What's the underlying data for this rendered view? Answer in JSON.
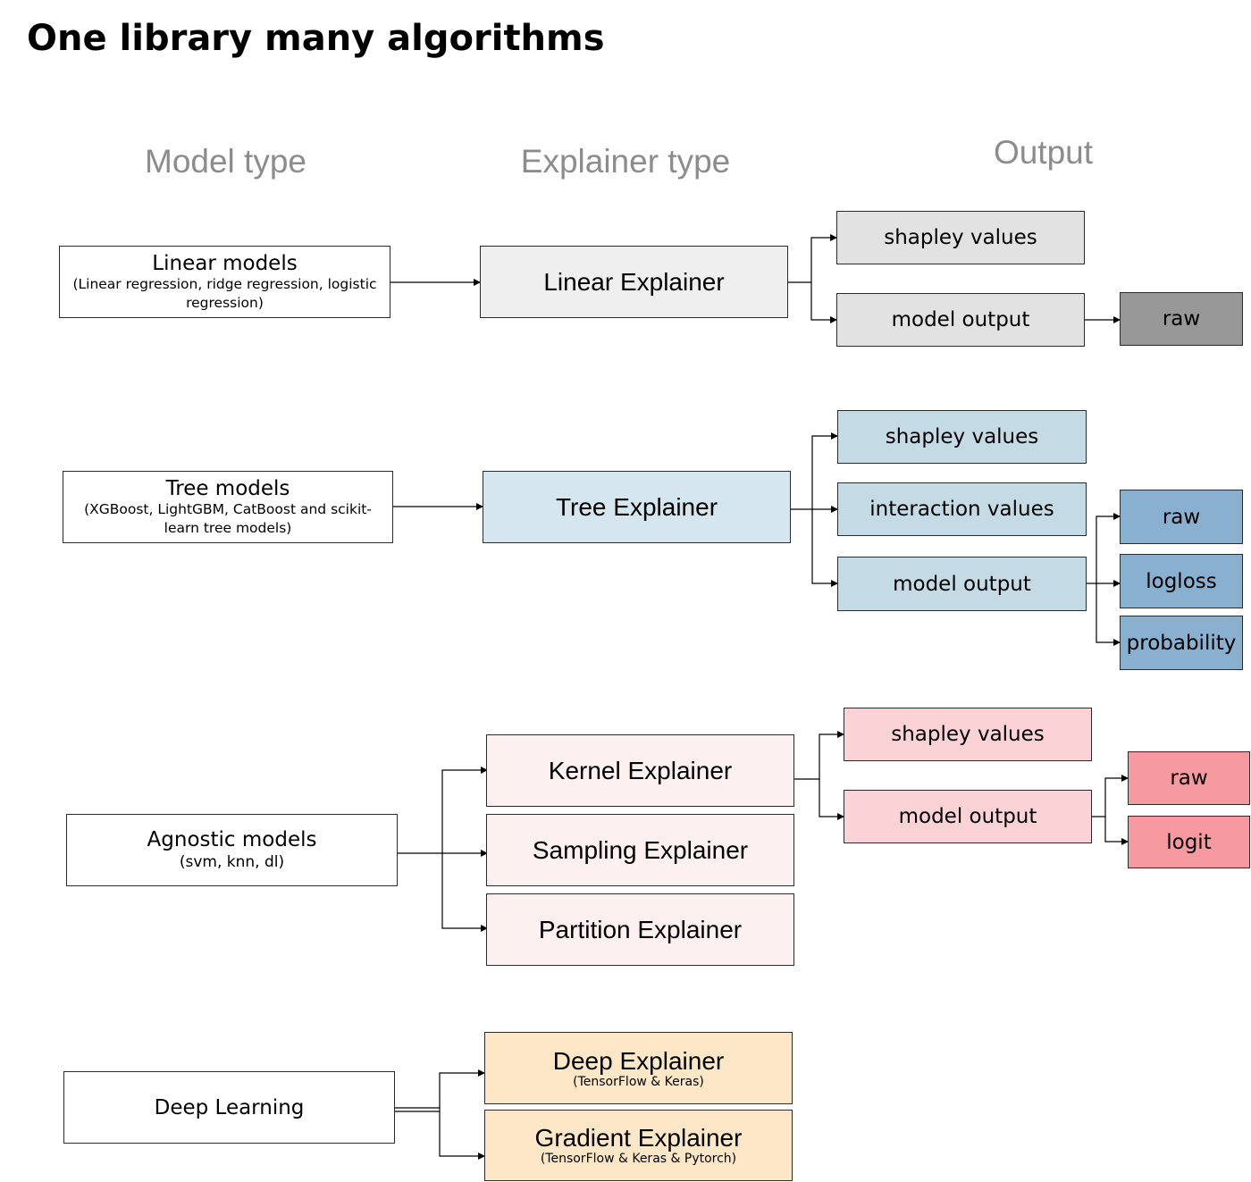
{
  "title": "One library many algorithms",
  "columns": {
    "model": "Model type",
    "explainer": "Explainer type",
    "output": "Output"
  },
  "rows": {
    "linear": {
      "model": {
        "main": "Linear models",
        "sub": "(Linear regression, ridge regression, logistic regression)"
      },
      "explainer": {
        "main": "Linear Explainer"
      },
      "outputs": [
        "shapley values",
        "model output"
      ],
      "final": [
        "raw"
      ]
    },
    "tree": {
      "model": {
        "main": "Tree models",
        "sub": "(XGBoost, LightGBM, CatBoost and scikit-learn tree models)"
      },
      "explainer": {
        "main": "Tree Explainer"
      },
      "outputs": [
        "shapley values",
        "interaction values",
        "model output"
      ],
      "final": [
        "raw",
        "logloss",
        "probability"
      ]
    },
    "agnostic": {
      "model": {
        "main": "Agnostic models",
        "sub": "(svm, knn, dl)"
      },
      "explainers": [
        "Kernel Explainer",
        "Sampling Explainer",
        "Partition Explainer"
      ],
      "outputs": [
        "shapley values",
        "model output"
      ],
      "final": [
        "raw",
        "logit"
      ]
    },
    "deep": {
      "model": {
        "main": "Deep Learning"
      },
      "explainers": [
        {
          "main": "Deep Explainer",
          "sub": "(TensorFlow & Keras)"
        },
        {
          "main": "Gradient Explainer",
          "sub": "(TensorFlow & Keras & Pytorch)"
        }
      ]
    }
  },
  "colors": {
    "linear_explainer": "#efefef",
    "linear_output": "#e2e2e2",
    "linear_final": "#989898",
    "tree_explainer": "#d6e6ee",
    "tree_output": "#c4dbe6",
    "tree_final": "#8ab0cf",
    "agnostic_explainer": "#fdf0f0",
    "agnostic_output": "#fbd3d6",
    "agnostic_final": "#f79a9f",
    "deep_explainer": "#fde7c6",
    "border": "#2a2a2a",
    "column_header": "#8c8c8c"
  }
}
